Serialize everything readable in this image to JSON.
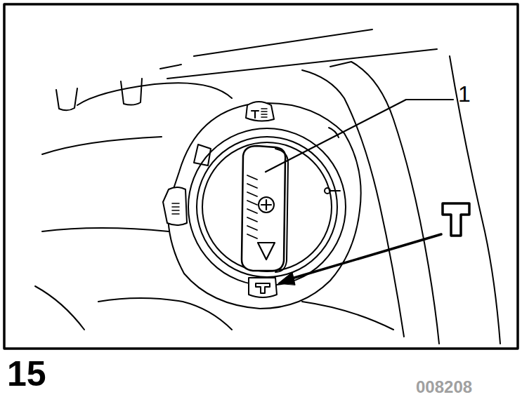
{
  "diagram": {
    "labels": [
      "1",
      "15",
      "008208"
    ]
  }
}
